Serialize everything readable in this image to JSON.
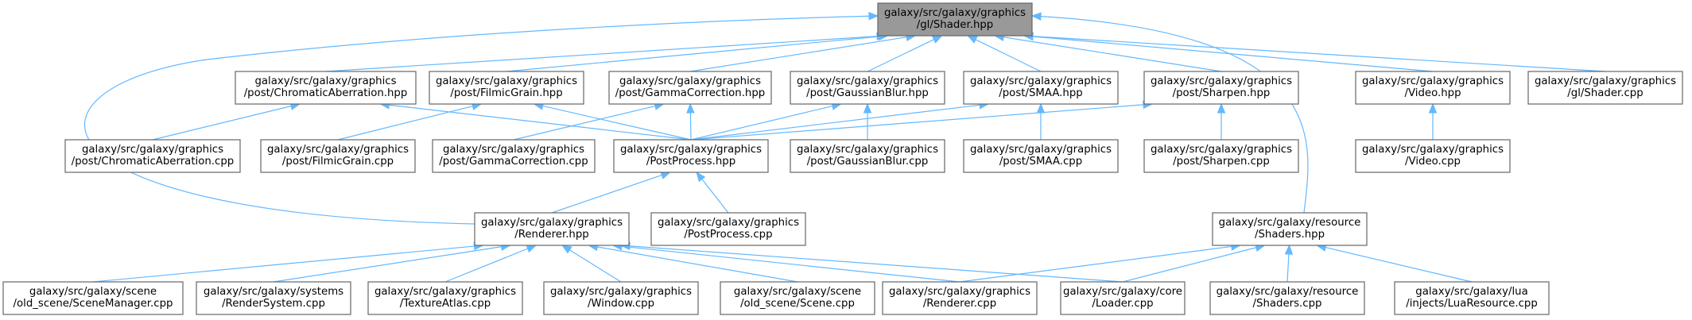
{
  "graph": {
    "colors": {
      "edge": "#63b8ff",
      "node_border": "#666666",
      "focus_fill": "#999999"
    },
    "nodes": [
      {
        "id": "shader_hpp",
        "lines": [
          "galaxy/src/galaxy/graphics",
          "/gl/Shader.hpp"
        ],
        "focus": true
      },
      {
        "id": "chromatic_hpp",
        "lines": [
          "galaxy/src/galaxy/graphics",
          "/post/ChromaticAberration.hpp"
        ]
      },
      {
        "id": "filmic_hpp",
        "lines": [
          "galaxy/src/galaxy/graphics",
          "/post/FilmicGrain.hpp"
        ]
      },
      {
        "id": "gamma_hpp",
        "lines": [
          "galaxy/src/galaxy/graphics",
          "/post/GammaCorrection.hpp"
        ]
      },
      {
        "id": "gaussian_hpp",
        "lines": [
          "galaxy/src/galaxy/graphics",
          "/post/GaussianBlur.hpp"
        ]
      },
      {
        "id": "smaa_hpp",
        "lines": [
          "galaxy/src/galaxy/graphics",
          "/post/SMAA.hpp"
        ]
      },
      {
        "id": "sharpen_hpp",
        "lines": [
          "galaxy/src/galaxy/graphics",
          "/post/Sharpen.hpp"
        ]
      },
      {
        "id": "video_hpp",
        "lines": [
          "galaxy/src/galaxy/graphics",
          "/Video.hpp"
        ]
      },
      {
        "id": "shader_cpp",
        "lines": [
          "galaxy/src/galaxy/graphics",
          "/gl/Shader.cpp"
        ]
      },
      {
        "id": "chromatic_cpp",
        "lines": [
          "galaxy/src/galaxy/graphics",
          "/post/ChromaticAberration.cpp"
        ]
      },
      {
        "id": "filmic_cpp",
        "lines": [
          "galaxy/src/galaxy/graphics",
          "/post/FilmicGrain.cpp"
        ]
      },
      {
        "id": "gamma_cpp",
        "lines": [
          "galaxy/src/galaxy/graphics",
          "/post/GammaCorrection.cpp"
        ]
      },
      {
        "id": "postprocess_hpp",
        "lines": [
          "galaxy/src/galaxy/graphics",
          "/PostProcess.hpp"
        ]
      },
      {
        "id": "gaussian_cpp",
        "lines": [
          "galaxy/src/galaxy/graphics",
          "/post/GaussianBlur.cpp"
        ]
      },
      {
        "id": "smaa_cpp",
        "lines": [
          "galaxy/src/galaxy/graphics",
          "/post/SMAA.cpp"
        ]
      },
      {
        "id": "sharpen_cpp",
        "lines": [
          "galaxy/src/galaxy/graphics",
          "/post/Sharpen.cpp"
        ]
      },
      {
        "id": "video_cpp",
        "lines": [
          "galaxy/src/galaxy/graphics",
          "/Video.cpp"
        ]
      },
      {
        "id": "renderer_hpp",
        "lines": [
          "galaxy/src/galaxy/graphics",
          "/Renderer.hpp"
        ]
      },
      {
        "id": "postprocess_cpp",
        "lines": [
          "galaxy/src/galaxy/graphics",
          "/PostProcess.cpp"
        ]
      },
      {
        "id": "shaders_hpp",
        "lines": [
          "galaxy/src/galaxy/resource",
          "/Shaders.hpp"
        ]
      },
      {
        "id": "scenemanager_cpp",
        "lines": [
          "galaxy/src/galaxy/scene",
          "/old_scene/SceneManager.cpp"
        ]
      },
      {
        "id": "rendersystem_cpp",
        "lines": [
          "galaxy/src/galaxy/systems",
          "/RenderSystem.cpp"
        ]
      },
      {
        "id": "textureatlas_cpp",
        "lines": [
          "galaxy/src/galaxy/graphics",
          "/TextureAtlas.cpp"
        ]
      },
      {
        "id": "window_cpp",
        "lines": [
          "galaxy/src/galaxy/graphics",
          "/Window.cpp"
        ]
      },
      {
        "id": "scene_cpp",
        "lines": [
          "galaxy/src/galaxy/scene",
          "/old_scene/Scene.cpp"
        ]
      },
      {
        "id": "renderer_cpp",
        "lines": [
          "galaxy/src/galaxy/graphics",
          "/Renderer.cpp"
        ]
      },
      {
        "id": "loader_cpp",
        "lines": [
          "galaxy/src/galaxy/core",
          "/Loader.cpp"
        ]
      },
      {
        "id": "shaders_cpp",
        "lines": [
          "galaxy/src/galaxy/resource",
          "/Shaders.cpp"
        ]
      },
      {
        "id": "luaresource_cpp",
        "lines": [
          "galaxy/src/galaxy/lua",
          "/injects/LuaResource.cpp"
        ]
      }
    ],
    "edges": [
      {
        "from": "chromatic_hpp",
        "to": "shader_hpp"
      },
      {
        "from": "filmic_hpp",
        "to": "shader_hpp"
      },
      {
        "from": "gamma_hpp",
        "to": "shader_hpp"
      },
      {
        "from": "gaussian_hpp",
        "to": "shader_hpp"
      },
      {
        "from": "smaa_hpp",
        "to": "shader_hpp"
      },
      {
        "from": "sharpen_hpp",
        "to": "shader_hpp"
      },
      {
        "from": "video_hpp",
        "to": "shader_hpp"
      },
      {
        "from": "shader_cpp",
        "to": "shader_hpp"
      },
      {
        "from": "renderer_hpp",
        "to": "shader_hpp"
      },
      {
        "from": "shaders_hpp",
        "to": "shader_hpp"
      },
      {
        "from": "chromatic_cpp",
        "to": "chromatic_hpp"
      },
      {
        "from": "postprocess_hpp",
        "to": "chromatic_hpp"
      },
      {
        "from": "filmic_cpp",
        "to": "filmic_hpp"
      },
      {
        "from": "postprocess_hpp",
        "to": "filmic_hpp"
      },
      {
        "from": "gamma_cpp",
        "to": "gamma_hpp"
      },
      {
        "from": "postprocess_hpp",
        "to": "gamma_hpp"
      },
      {
        "from": "postprocess_hpp",
        "to": "gaussian_hpp"
      },
      {
        "from": "gaussian_cpp",
        "to": "gaussian_hpp"
      },
      {
        "from": "postprocess_hpp",
        "to": "smaa_hpp"
      },
      {
        "from": "smaa_cpp",
        "to": "smaa_hpp"
      },
      {
        "from": "postprocess_hpp",
        "to": "sharpen_hpp"
      },
      {
        "from": "sharpen_cpp",
        "to": "sharpen_hpp"
      },
      {
        "from": "video_cpp",
        "to": "video_hpp"
      },
      {
        "from": "renderer_hpp",
        "to": "postprocess_hpp"
      },
      {
        "from": "postprocess_cpp",
        "to": "postprocess_hpp"
      },
      {
        "from": "scenemanager_cpp",
        "to": "renderer_hpp"
      },
      {
        "from": "rendersystem_cpp",
        "to": "renderer_hpp"
      },
      {
        "from": "textureatlas_cpp",
        "to": "renderer_hpp"
      },
      {
        "from": "window_cpp",
        "to": "renderer_hpp"
      },
      {
        "from": "scene_cpp",
        "to": "renderer_hpp"
      },
      {
        "from": "renderer_cpp",
        "to": "renderer_hpp"
      },
      {
        "from": "loader_cpp",
        "to": "renderer_hpp"
      },
      {
        "from": "renderer_cpp",
        "to": "shaders_hpp"
      },
      {
        "from": "loader_cpp",
        "to": "shaders_hpp"
      },
      {
        "from": "shaders_cpp",
        "to": "shaders_hpp"
      },
      {
        "from": "luaresource_cpp",
        "to": "shaders_hpp"
      }
    ]
  }
}
